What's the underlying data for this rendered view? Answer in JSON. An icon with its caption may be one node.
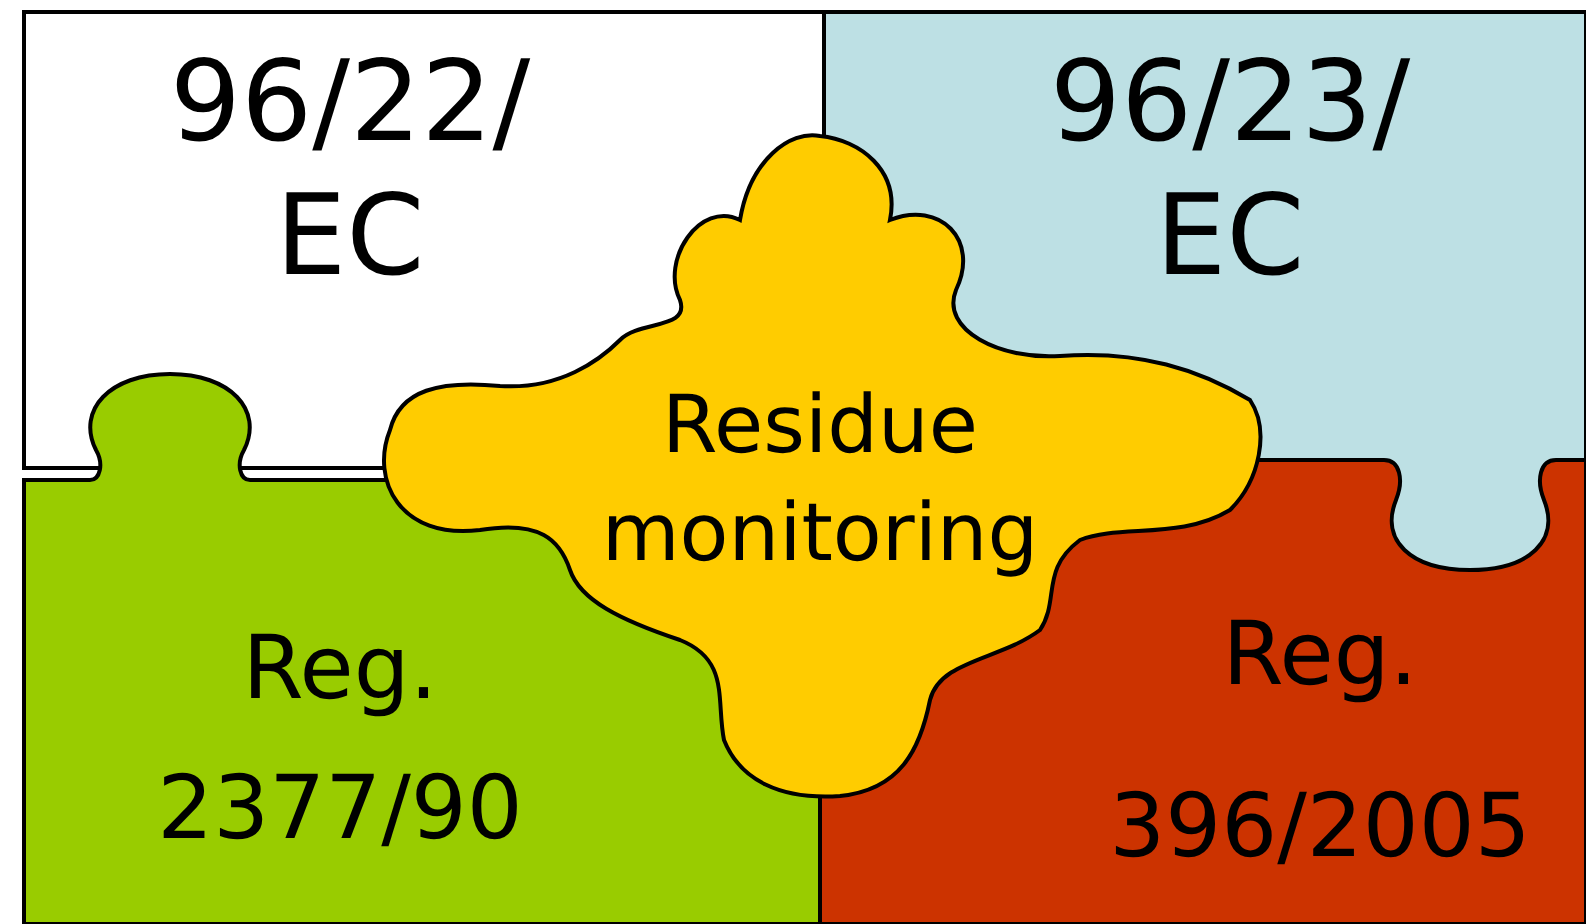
{
  "diagram": {
    "nodes": [
      {
        "text": [
          "96/22/ EC"
        ]
      },
      {
        "text": [
          "96/23/ EC"
        ]
      },
      {
        "text": [
          "Reg. 2377/90"
        ]
      },
      {
        "text": [
          "Reg. 396/2005"
        ]
      },
      {
        "text": [
          "Residue monitoring"
        ]
      }
    ]
  }
}
